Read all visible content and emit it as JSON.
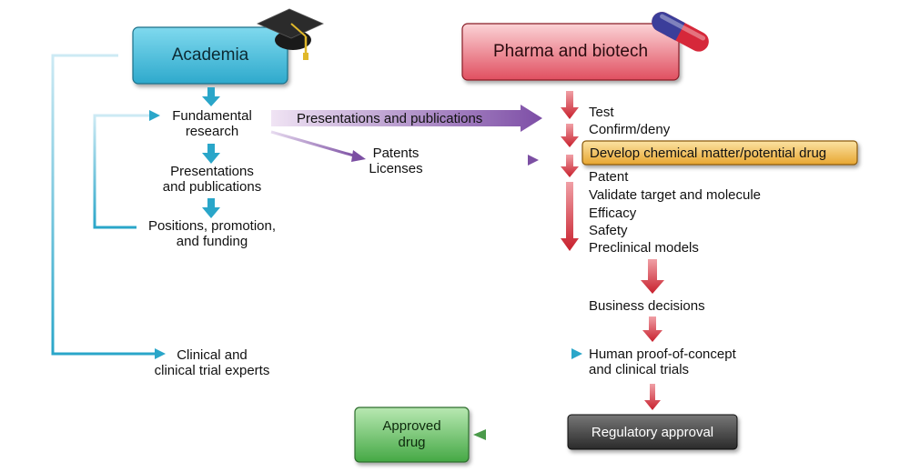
{
  "academia": {
    "title": "Academia",
    "steps": [
      "Fundamental",
      "research",
      "Presentations",
      "and publications",
      "Positions, promotion,",
      "and funding"
    ],
    "clinical": [
      "Clinical and",
      "clinical trial experts"
    ]
  },
  "pharma": {
    "title": "Pharma and biotech",
    "steps": [
      "Test",
      "Confirm/deny"
    ],
    "highlight": "Develop chemical matter/potential drug",
    "details": [
      "Patent",
      "Validate target and molecule",
      "Efficacy",
      "Safety",
      "Preclinical models"
    ],
    "business": "Business decisions",
    "trials": [
      "Human proof-of-concept",
      "and clinical trials"
    ]
  },
  "transfer": {
    "presentations": "Presentations and publications",
    "patents": [
      "Patents",
      "Licenses"
    ]
  },
  "outcome": {
    "regulatory": "Regulatory approval",
    "approved": [
      "Approved",
      "drug"
    ]
  },
  "colors": {
    "academia": "#3bb8d8",
    "pharma": "#e15a6a",
    "highlight": "#f0b845",
    "regulatory": "#3a3a3a",
    "approved": "#56b356",
    "academia_arrow": "#2aa6c9",
    "pharma_arrow": "#c8202d",
    "transfer_arrow": "#7c4fa3",
    "approval_arrow": "#4a9a4a"
  },
  "icons": [
    "mortarboard-icon",
    "pill-capsule-icon"
  ]
}
